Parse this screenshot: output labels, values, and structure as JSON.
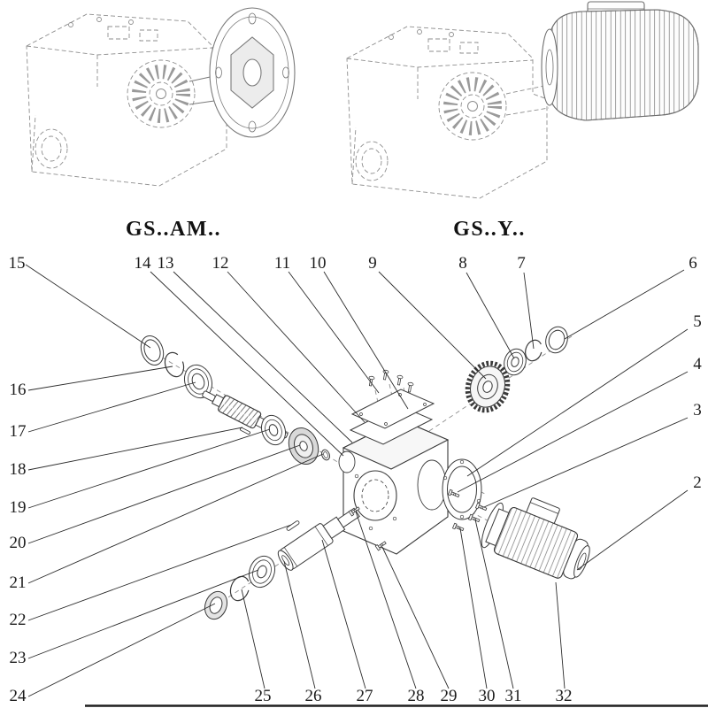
{
  "figure": {
    "type": "exploded-parts-diagram",
    "line_color": "#3a3a3a",
    "dashed_line_color": "#8e8e8e",
    "bottom_rule_color": "#1f1f1f"
  },
  "models": {
    "left_label": "GS..AM..",
    "right_label": "GS..Y.."
  },
  "callouts": {
    "top": [
      "15",
      "14",
      "13",
      "12",
      "11",
      "10",
      "9",
      "8",
      "7",
      "6"
    ],
    "right": [
      "5",
      "4",
      "3",
      "2"
    ],
    "left": [
      "16",
      "17",
      "18",
      "19",
      "20",
      "21",
      "22",
      "23",
      "24"
    ],
    "bottom": [
      "25",
      "26",
      "27",
      "28",
      "29",
      "30",
      "31",
      "32"
    ]
  }
}
